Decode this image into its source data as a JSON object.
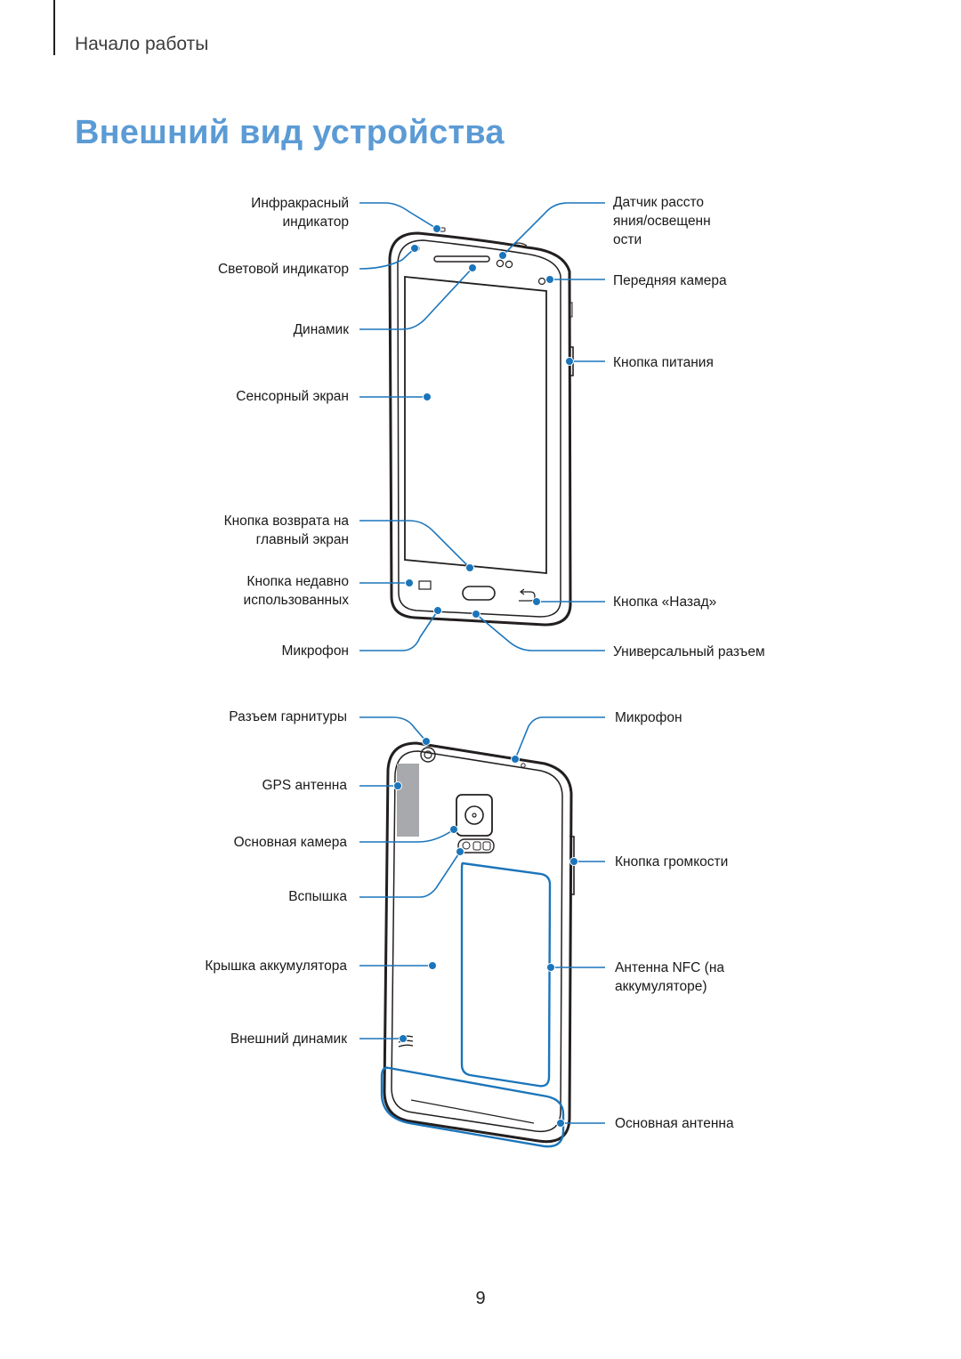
{
  "header": {
    "section": "Начало работы"
  },
  "title": "Внешний вид устройства",
  "front_labels": {
    "ir": "Инфракрасный индикатор",
    "led": "Световой индикатор",
    "speaker": "Динамик",
    "touchscreen": "Сенсорный экран",
    "home": "Кнопка возврата на главный экран",
    "recent": "Кнопка недавно использованных",
    "mic": "Микрофон",
    "sensor": "Датчик расстояния/освещенности",
    "front_camera": "Передняя камера",
    "power": "Кнопка питания",
    "back_key": "Кнопка «Назад»",
    "usb": "Универсальный разъем"
  },
  "back_labels": {
    "headset": "Разъем гарнитуры",
    "gps": "GPS антенна",
    "main_camera": "Основная камера",
    "flash": "Вспышка",
    "cover": "Крышка аккумулятора",
    "ext_speaker": "Внешний динамик",
    "mic": "Микрофон",
    "volume": "Кнопка громкости",
    "nfc": "Антенна NFC (на аккумуляторе)",
    "main_antenna": "Основная антенна"
  },
  "page_number": "9",
  "colors": {
    "accent": "#5b9bd5",
    "callout": "#1b75bb",
    "outline": "#231f20"
  }
}
